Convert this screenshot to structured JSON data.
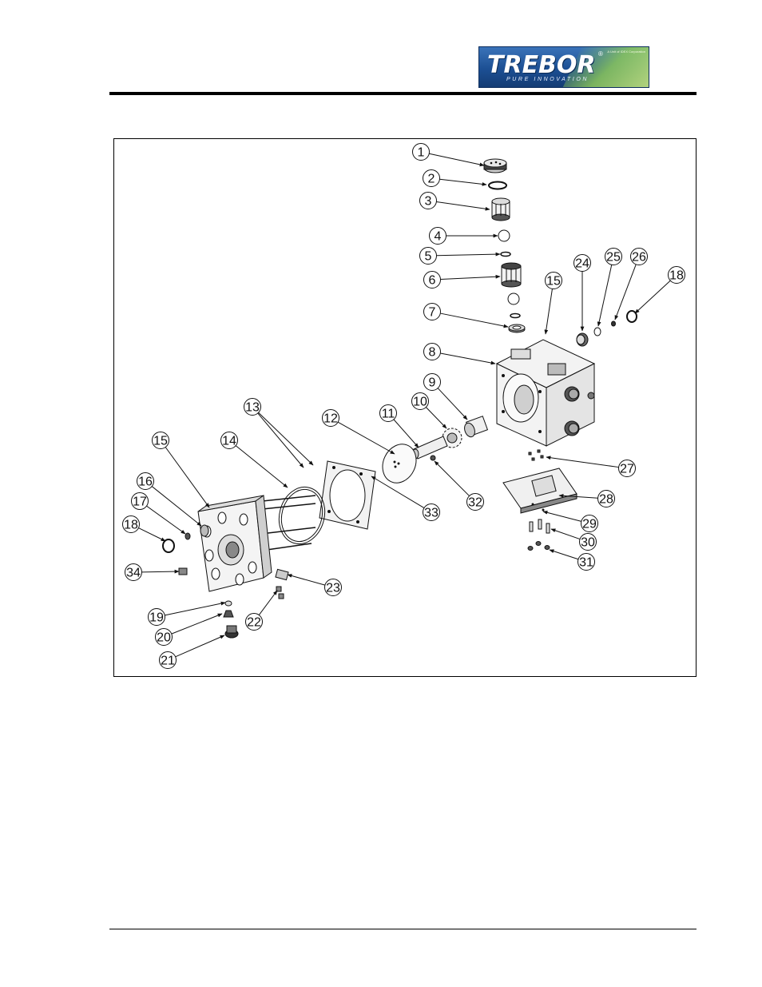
{
  "header": {
    "logo_word": "TREBOR",
    "logo_tagline": "PURE INNOVATION",
    "logo_corp": "A Unit of IDEX Corporation"
  },
  "diagram": {
    "callouts": [
      "1",
      "2",
      "3",
      "4",
      "5",
      "6",
      "7",
      "8",
      "9",
      "10",
      "11",
      "12",
      "13",
      "14",
      "15",
      "16",
      "17",
      "18",
      "19",
      "20",
      "21",
      "22",
      "23",
      "24",
      "25",
      "26",
      "27",
      "28",
      "29",
      "30",
      "31",
      "32",
      "33",
      "34",
      "15",
      "18"
    ],
    "colors": {
      "line": "#111111",
      "part_fill": "#eeeeee",
      "part_shade": "#9a9a9a"
    }
  }
}
